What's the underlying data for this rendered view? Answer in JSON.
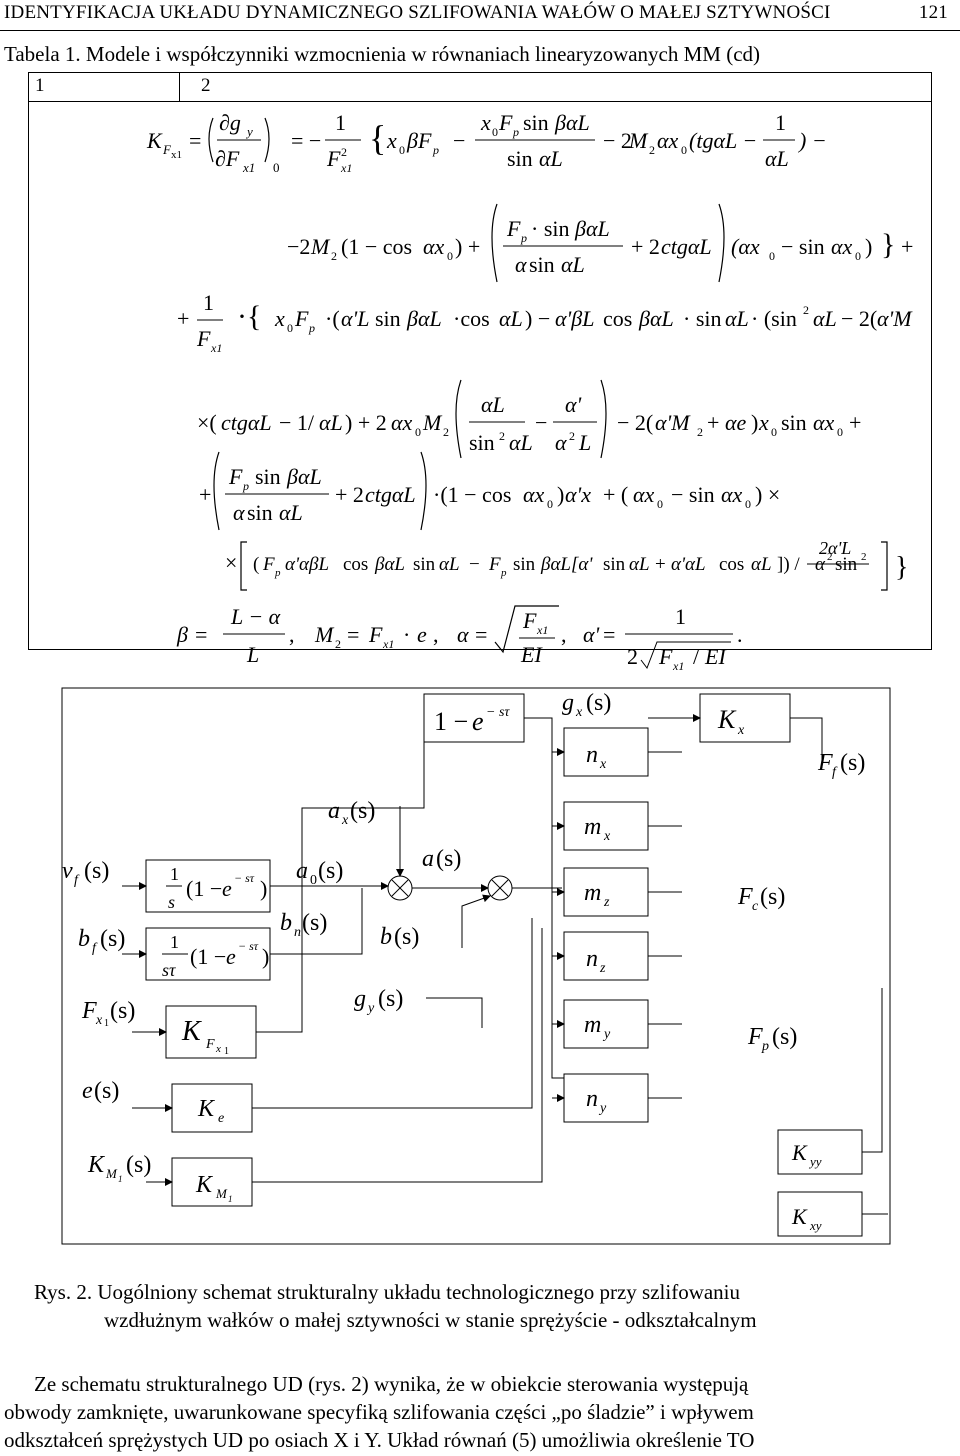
{
  "header": {
    "title": "IDENTYFIKACJA UKŁADU DYNAMICZNEGO SZLIFOWANIA WAŁÓW O MAŁEJ SZTYWNOŚCI",
    "page_number": "121"
  },
  "table": {
    "caption": "Tabela 1. Modele i współczynniki wzmocnienia w równaniach linearyzowanych MM (cd)",
    "col1": "1",
    "col2": "2",
    "equations": {
      "line1": "K_Fx1 = (∂g_y/∂F_x1)_0 = −(1/F²_x1){ x0βF_p − x0F_p sinβαL / sinαL − 2M2αx0(tgαL − 1/αL) −",
      "line2": "−2M2(1 − cos αx0) + ( F_p sin βαL / (α sin αL) + 2ctgαL )(αx0 − sin αx0) } +",
      "line3": "+ (1/F_x1){ x0F_p (α'L sin βαL cosαL) − α'βL cos βαL sinαL (sin² αL − 2(α'M2 + αe)) ×",
      "line4": "× (ctgαL − 1/αL) + 2αx0M2 ( αL/sin² αL − α'/α²L ) − 2(α'M2 + αe)x0 sin αx0 +",
      "line5": "+ ( F_p sin βαL / (α sinαL) + 2ctgαL ) (1 − cosαx0)α'x + (αx0 − sinαx0) ×",
      "line6": "× [ (F_pα'αβL cos βαL sinαL − F_p sin βαL[α' sinαL + α'αL cosαL]) / α² sin² αL − 2α'L / sin² αL ] }",
      "line7": "β = (L − α)/L ,  M2 = F_x1 · e ,  α = √(F_x1/EI) ,  α' = 1 / (2√(F_x1/EI)) ."
    }
  },
  "diagram": {
    "inputs": [
      "v_f(s)",
      "b_f(s)",
      "F_x1(s)",
      "e(s)",
      "K_M1(s)"
    ],
    "blocks": {
      "delay_vf": "1/s (1 − e^(−sτ))",
      "delay_bf": "1/(sτ) (1 − e^(−sτ))",
      "K_Fx1": "K_Fx1",
      "K_e": "K_e",
      "K_M1": "K_M1",
      "top_delay": "1 − e^(−sτ)",
      "K_x": "K_x",
      "n_x": "n_x",
      "m_x": "m_x",
      "m_z": "m_z",
      "n_z": "n_z",
      "m_y": "m_y",
      "n_y": "n_y",
      "K_yy": "K_yy",
      "K_xy": "K_xy"
    },
    "signals": [
      "a_x(s)",
      "a_0(s)",
      "a(s)",
      "b_n(s)",
      "b(s)",
      "g_y(s)",
      "g_x(s)"
    ],
    "outputs": [
      "F_f(s)",
      "F_c(s)",
      "F_p(s)"
    ]
  },
  "figure_caption": {
    "line1": "Rys. 2. Uogólniony schemat strukturalny układu technologicznego przy szlifowaniu",
    "line2": "wzdłużnym wałków o małej sztywności w stanie sprężyście - odkształcalnym"
  },
  "paragraph": {
    "line1": "Ze schematu strukturalnego UD (rys. 2) wynika, że w obiekcie sterowania występują",
    "line2": "obwody zamknięte, uwarunkowane specyfiką szlifowania części „po śladzie” i wpływem",
    "line3": "odkształceń sprężystych UD po osiach X i Y. Układ równań (5) umożliwia określenie TO"
  }
}
